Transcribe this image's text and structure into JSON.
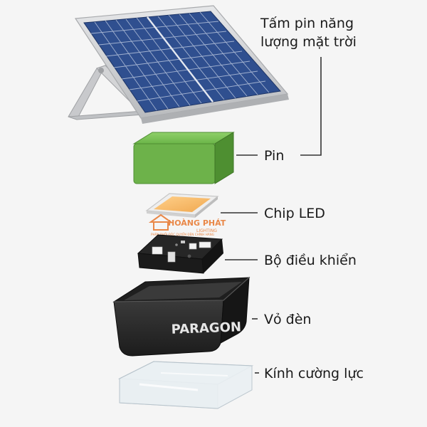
{
  "labels": {
    "panel_line1": "Tấm pin năng",
    "panel_line2": "lượng mặt trời",
    "battery": "Pin",
    "led": "Chip LED",
    "controller": "Bộ điều khiển",
    "housing": "Vỏ đèn",
    "glass": "Kính cường lực"
  },
  "housing_brand": "PARAGON",
  "watermark": {
    "line1": "HOÀNG PHÁT",
    "line2": "LIGHTING",
    "tagline": "PHÂN PHỐI ĐỘC QUYỀN ĐÈN CHÍNH HÃNG"
  },
  "colors": {
    "background": "#f5f5f5",
    "panel_cell": "#2f4f8f",
    "panel_frame": "#d9dadc",
    "battery": "#6db24a",
    "led": "#f4b560",
    "pcb": "#1e1e1e",
    "housing": "#2a2a2a",
    "watermark": "#e8752a"
  }
}
